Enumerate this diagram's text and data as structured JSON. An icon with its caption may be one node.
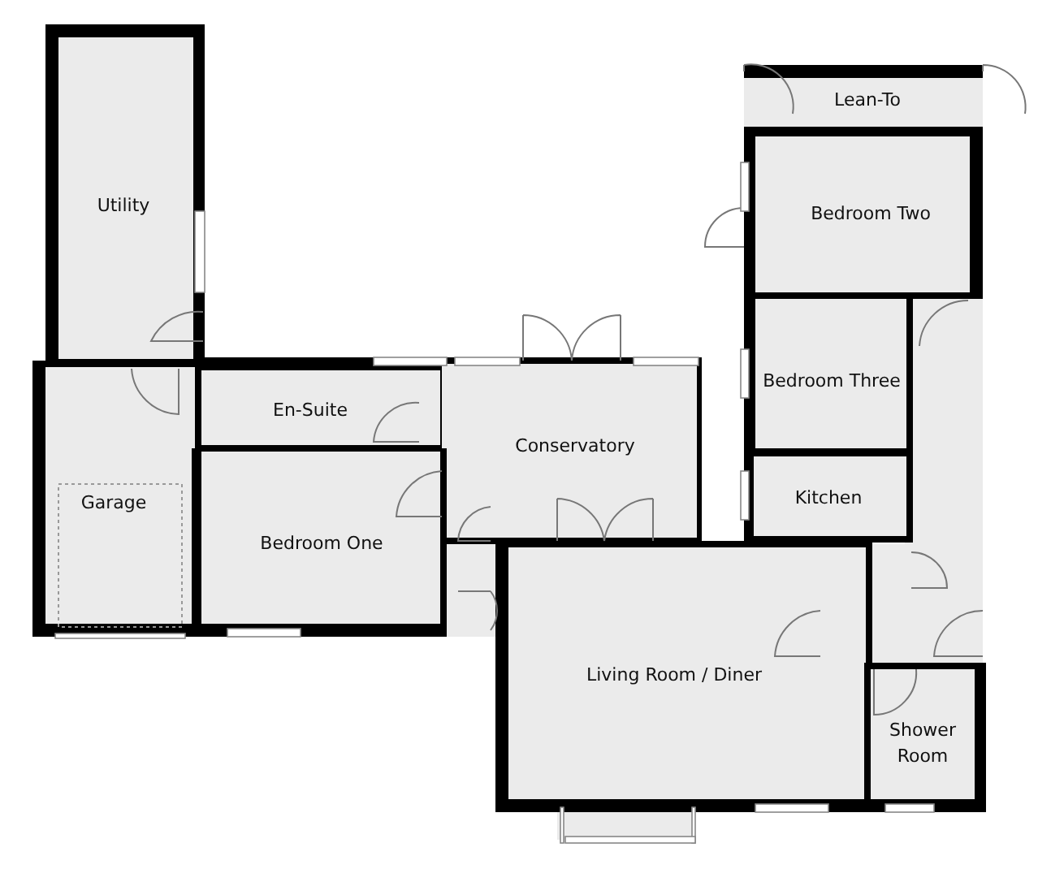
{
  "diagram": {
    "nodes": [
      {
        "text": [
          "Lean-To"
        ]
      },
      {
        "text": [
          "Utility"
        ]
      },
      {
        "text": [
          "Bedroom Two"
        ]
      },
      {
        "text": [
          "Bedroom Three"
        ]
      },
      {
        "text": [
          "En-Suite"
        ]
      },
      {
        "text": [
          "Conservatory"
        ]
      },
      {
        "text": [
          "Garage"
        ]
      },
      {
        "text": [
          "Kitchen"
        ]
      },
      {
        "text": [
          "Bedroom One"
        ]
      },
      {
        "text": [
          "Living Room / Diner"
        ]
      },
      {
        "text": [
          "Shower Room"
        ]
      }
    ]
  }
}
